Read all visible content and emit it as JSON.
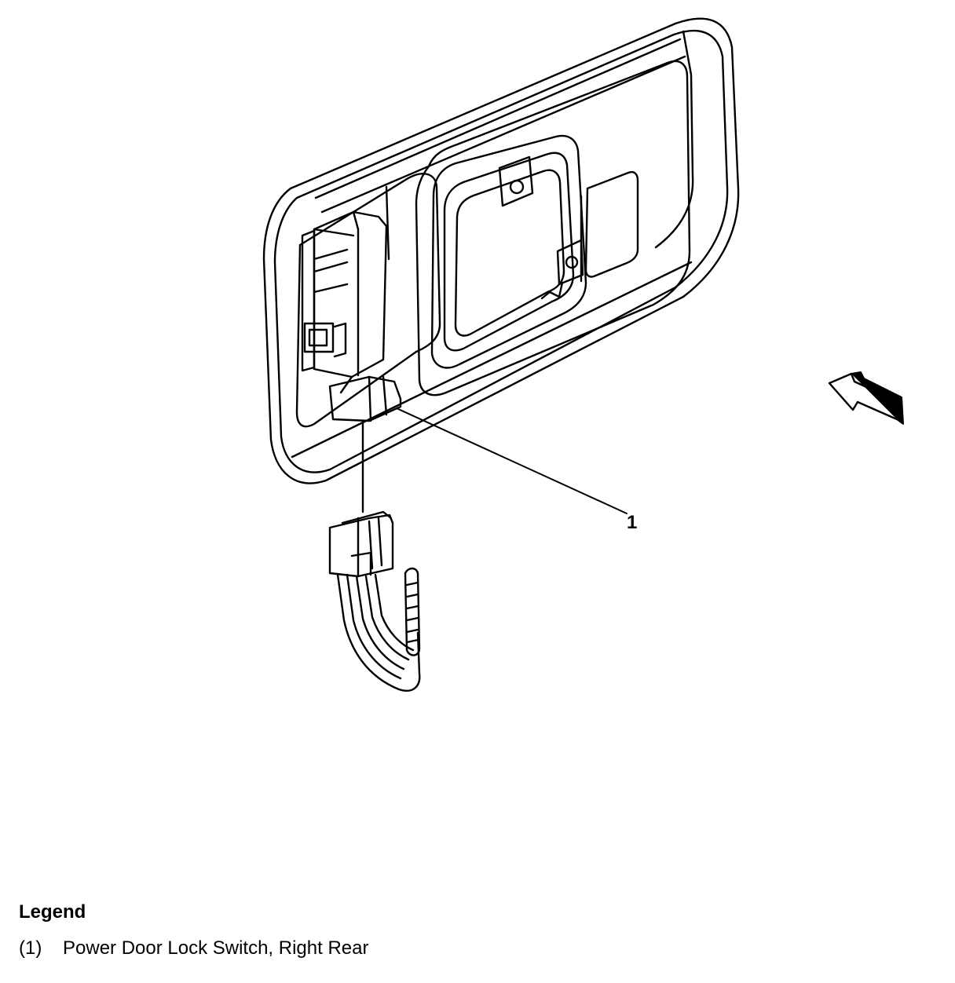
{
  "callouts": [
    {
      "number": "1"
    }
  ],
  "legend": {
    "title": "Legend",
    "items": [
      {
        "number": "(1)",
        "label": "Power Door Lock Switch, Right Rear"
      }
    ]
  }
}
